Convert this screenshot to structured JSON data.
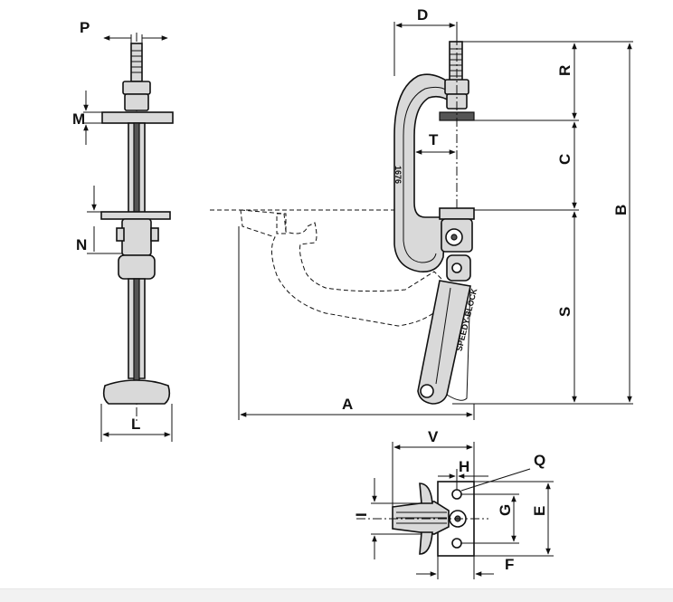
{
  "labels": {
    "P": "P",
    "M": "M",
    "N": "N",
    "L": "L",
    "D": "D",
    "R": "R",
    "T": "T",
    "C": "C",
    "B": "B",
    "S": "S",
    "A": "A",
    "V": "V",
    "H": "H",
    "Q": "Q",
    "G": "G",
    "E": "E",
    "I": "I",
    "F": "F"
  },
  "model_text": "1676",
  "brand_text": "SPEEDY-BLOCK"
}
